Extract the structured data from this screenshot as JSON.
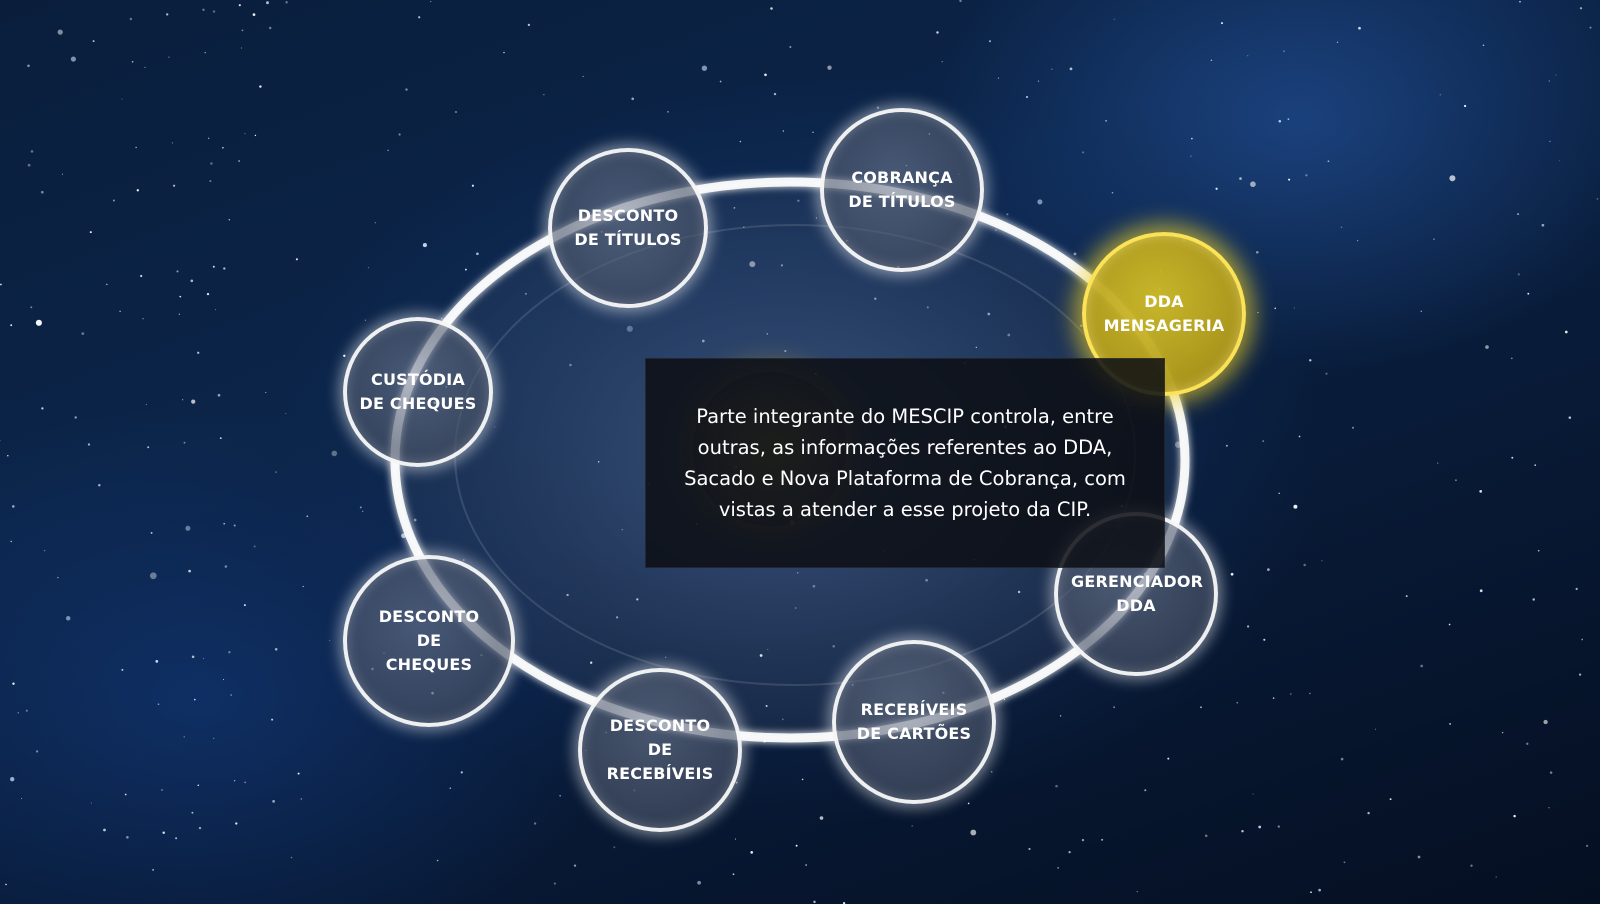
{
  "diagram": {
    "nodes": [
      {
        "id": "desconto-titulos",
        "label": "DESCONTO\nDE TÍTULOS",
        "active": false
      },
      {
        "id": "cobranca-titulos",
        "label": "COBRANÇA\nDE TÍTULOS",
        "active": false
      },
      {
        "id": "dda-mensageria",
        "label": "DDA\nMENSAGERIA",
        "active": true
      },
      {
        "id": "custodia-cheques",
        "label": "CUSTÓDIA\nDE CHEQUES",
        "active": false
      },
      {
        "id": "gerenciador-dda",
        "label": "GERENCIADOR\nDDA",
        "active": false
      },
      {
        "id": "desconto-cheques",
        "label": "DESCONTO DE\nCHEQUES",
        "active": false
      },
      {
        "id": "desconto-recebiveis",
        "label": "DESCONTO DE\nRECEBÍVEIS",
        "active": false
      },
      {
        "id": "recebiveis-cartoes",
        "label": "RECEBÍVEIS\nDE CARTÕES",
        "active": false
      }
    ],
    "active_color": "#d4b81e",
    "info_text": "Parte integrante do MESCIP controla, entre outras, as informações referentes ao DDA, Sacado e Nova Plataforma de Cobrança, com vistas a atender a esse projeto da CIP."
  }
}
